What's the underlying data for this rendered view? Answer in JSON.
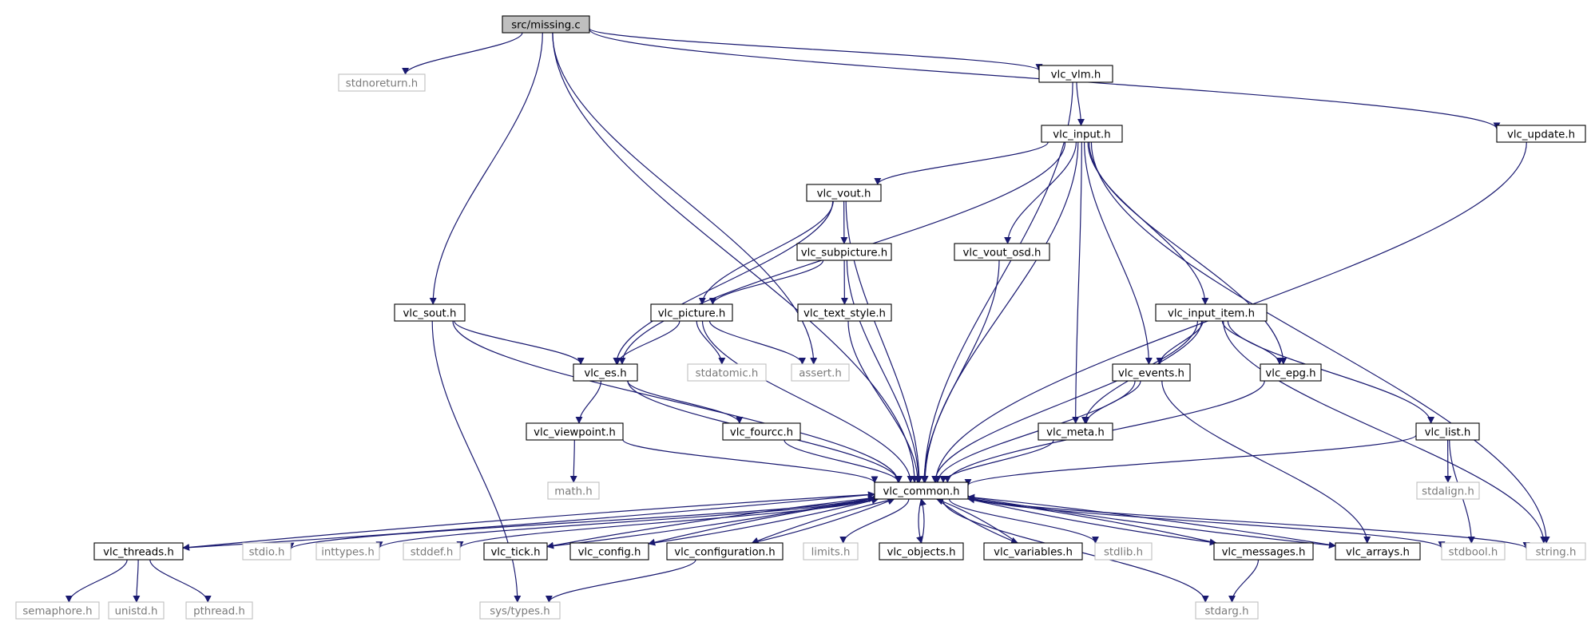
{
  "graph": {
    "colors": {
      "edge": "#191970",
      "root_fill": "#bfbfbf",
      "system_header_border": "#bfbfbf",
      "system_header_text": "#7a7a7a"
    },
    "nodes": [
      {
        "id": "root",
        "label": "src/missing.c",
        "kind": "root"
      },
      {
        "id": "stdnoreturn",
        "label": "stdnoreturn.h",
        "kind": "system"
      },
      {
        "id": "vlc_vlm",
        "label": "vlc_vlm.h",
        "kind": "project"
      },
      {
        "id": "vlc_update",
        "label": "vlc_update.h",
        "kind": "project"
      },
      {
        "id": "vlc_input",
        "label": "vlc_input.h",
        "kind": "project"
      },
      {
        "id": "vlc_vout",
        "label": "vlc_vout.h",
        "kind": "project"
      },
      {
        "id": "vlc_subpicture",
        "label": "vlc_subpicture.h",
        "kind": "project"
      },
      {
        "id": "vlc_vout_osd",
        "label": "vlc_vout_osd.h",
        "kind": "project"
      },
      {
        "id": "vlc_sout",
        "label": "vlc_sout.h",
        "kind": "project"
      },
      {
        "id": "vlc_picture",
        "label": "vlc_picture.h",
        "kind": "project"
      },
      {
        "id": "vlc_text_style",
        "label": "vlc_text_style.h",
        "kind": "project"
      },
      {
        "id": "vlc_input_item",
        "label": "vlc_input_item.h",
        "kind": "project"
      },
      {
        "id": "vlc_es",
        "label": "vlc_es.h",
        "kind": "project"
      },
      {
        "id": "stdatomic",
        "label": "stdatomic.h",
        "kind": "system"
      },
      {
        "id": "assert",
        "label": "assert.h",
        "kind": "system"
      },
      {
        "id": "vlc_events",
        "label": "vlc_events.h",
        "kind": "project"
      },
      {
        "id": "vlc_epg",
        "label": "vlc_epg.h",
        "kind": "project"
      },
      {
        "id": "vlc_viewpoint",
        "label": "vlc_viewpoint.h",
        "kind": "project"
      },
      {
        "id": "vlc_fourcc",
        "label": "vlc_fourcc.h",
        "kind": "project"
      },
      {
        "id": "vlc_meta",
        "label": "vlc_meta.h",
        "kind": "project"
      },
      {
        "id": "vlc_list",
        "label": "vlc_list.h",
        "kind": "project"
      },
      {
        "id": "math",
        "label": "math.h",
        "kind": "system"
      },
      {
        "id": "vlc_common",
        "label": "vlc_common.h",
        "kind": "project"
      },
      {
        "id": "stdalign",
        "label": "stdalign.h",
        "kind": "system"
      },
      {
        "id": "vlc_threads",
        "label": "vlc_threads.h",
        "kind": "project"
      },
      {
        "id": "stdio",
        "label": "stdio.h",
        "kind": "system"
      },
      {
        "id": "inttypes",
        "label": "inttypes.h",
        "kind": "system"
      },
      {
        "id": "stddef",
        "label": "stddef.h",
        "kind": "system"
      },
      {
        "id": "vlc_tick",
        "label": "vlc_tick.h",
        "kind": "project"
      },
      {
        "id": "vlc_config",
        "label": "vlc_config.h",
        "kind": "project"
      },
      {
        "id": "vlc_configuration",
        "label": "vlc_configuration.h",
        "kind": "project"
      },
      {
        "id": "limits",
        "label": "limits.h",
        "kind": "system"
      },
      {
        "id": "vlc_objects",
        "label": "vlc_objects.h",
        "kind": "project"
      },
      {
        "id": "vlc_variables",
        "label": "vlc_variables.h",
        "kind": "project"
      },
      {
        "id": "stdlib",
        "label": "stdlib.h",
        "kind": "system"
      },
      {
        "id": "vlc_messages",
        "label": "vlc_messages.h",
        "kind": "project"
      },
      {
        "id": "vlc_arrays",
        "label": "vlc_arrays.h",
        "kind": "project"
      },
      {
        "id": "stdbool",
        "label": "stdbool.h",
        "kind": "system"
      },
      {
        "id": "string",
        "label": "string.h",
        "kind": "system"
      },
      {
        "id": "semaphore",
        "label": "semaphore.h",
        "kind": "system"
      },
      {
        "id": "unistd",
        "label": "unistd.h",
        "kind": "system"
      },
      {
        "id": "pthread",
        "label": "pthread.h",
        "kind": "system"
      },
      {
        "id": "sys_types",
        "label": "sys/types.h",
        "kind": "system"
      },
      {
        "id": "stdarg",
        "label": "stdarg.h",
        "kind": "system"
      }
    ],
    "edges": [
      [
        "root",
        "stdnoreturn"
      ],
      [
        "root",
        "vlc_vlm"
      ],
      [
        "root",
        "vlc_update"
      ],
      [
        "root",
        "vlc_sout"
      ],
      [
        "root",
        "assert"
      ],
      [
        "root",
        "vlc_common"
      ],
      [
        "vlc_vlm",
        "vlc_input"
      ],
      [
        "vlc_vlm",
        "vlc_common"
      ],
      [
        "vlc_update",
        "vlc_common"
      ],
      [
        "vlc_input",
        "vlc_vout"
      ],
      [
        "vlc_input",
        "vlc_vout_osd"
      ],
      [
        "vlc_input",
        "vlc_es"
      ],
      [
        "vlc_input",
        "vlc_input_item"
      ],
      [
        "vlc_input",
        "vlc_events"
      ],
      [
        "vlc_input",
        "vlc_epg"
      ],
      [
        "vlc_input",
        "vlc_meta"
      ],
      [
        "vlc_input",
        "vlc_common"
      ],
      [
        "vlc_input",
        "string"
      ],
      [
        "vlc_vout",
        "vlc_subpicture"
      ],
      [
        "vlc_vout",
        "vlc_picture"
      ],
      [
        "vlc_vout",
        "vlc_es"
      ],
      [
        "vlc_vout",
        "vlc_common"
      ],
      [
        "vlc_subpicture",
        "vlc_picture"
      ],
      [
        "vlc_subpicture",
        "vlc_text_style"
      ],
      [
        "vlc_subpicture",
        "vlc_common"
      ],
      [
        "vlc_vout_osd",
        "vlc_common"
      ],
      [
        "vlc_sout",
        "vlc_es"
      ],
      [
        "vlc_sout",
        "vlc_common"
      ],
      [
        "vlc_sout",
        "sys_types"
      ],
      [
        "vlc_picture",
        "vlc_es"
      ],
      [
        "vlc_picture",
        "stdatomic"
      ],
      [
        "vlc_picture",
        "assert"
      ],
      [
        "vlc_picture",
        "vlc_common"
      ],
      [
        "vlc_text_style",
        "vlc_common"
      ],
      [
        "vlc_input_item",
        "vlc_events"
      ],
      [
        "vlc_input_item",
        "vlc_epg"
      ],
      [
        "vlc_input_item",
        "vlc_meta"
      ],
      [
        "vlc_input_item",
        "vlc_list"
      ],
      [
        "vlc_input_item",
        "vlc_common"
      ],
      [
        "vlc_input_item",
        "string"
      ],
      [
        "vlc_es",
        "vlc_viewpoint"
      ],
      [
        "vlc_es",
        "vlc_fourcc"
      ],
      [
        "vlc_es",
        "vlc_common"
      ],
      [
        "vlc_events",
        "vlc_meta"
      ],
      [
        "vlc_events",
        "vlc_arrays"
      ],
      [
        "vlc_events",
        "vlc_common"
      ],
      [
        "vlc_epg",
        "vlc_common"
      ],
      [
        "vlc_viewpoint",
        "math"
      ],
      [
        "vlc_viewpoint",
        "vlc_common"
      ],
      [
        "vlc_fourcc",
        "vlc_common"
      ],
      [
        "vlc_meta",
        "vlc_common"
      ],
      [
        "vlc_list",
        "stdalign"
      ],
      [
        "vlc_list",
        "stdbool"
      ],
      [
        "vlc_list",
        "vlc_common"
      ],
      [
        "vlc_common",
        "vlc_threads"
      ],
      [
        "vlc_common",
        "stdio"
      ],
      [
        "vlc_common",
        "inttypes"
      ],
      [
        "vlc_common",
        "stddef"
      ],
      [
        "vlc_common",
        "vlc_tick"
      ],
      [
        "vlc_common",
        "vlc_config"
      ],
      [
        "vlc_common",
        "vlc_configuration"
      ],
      [
        "vlc_common",
        "limits"
      ],
      [
        "vlc_common",
        "vlc_objects"
      ],
      [
        "vlc_common",
        "vlc_variables"
      ],
      [
        "vlc_common",
        "stdlib"
      ],
      [
        "vlc_common",
        "vlc_messages"
      ],
      [
        "vlc_common",
        "vlc_arrays"
      ],
      [
        "vlc_common",
        "stdbool"
      ],
      [
        "vlc_common",
        "string"
      ],
      [
        "vlc_common",
        "stdarg"
      ],
      [
        "vlc_threads",
        "vlc_common"
      ],
      [
        "vlc_tick",
        "vlc_common"
      ],
      [
        "vlc_config",
        "vlc_common"
      ],
      [
        "vlc_configuration",
        "vlc_common"
      ],
      [
        "vlc_objects",
        "vlc_common"
      ],
      [
        "vlc_variables",
        "vlc_common"
      ],
      [
        "vlc_messages",
        "vlc_common"
      ],
      [
        "vlc_arrays",
        "vlc_common"
      ],
      [
        "vlc_threads",
        "semaphore"
      ],
      [
        "vlc_threads",
        "unistd"
      ],
      [
        "vlc_threads",
        "pthread"
      ],
      [
        "vlc_configuration",
        "sys_types"
      ],
      [
        "vlc_messages",
        "stdarg"
      ]
    ]
  }
}
